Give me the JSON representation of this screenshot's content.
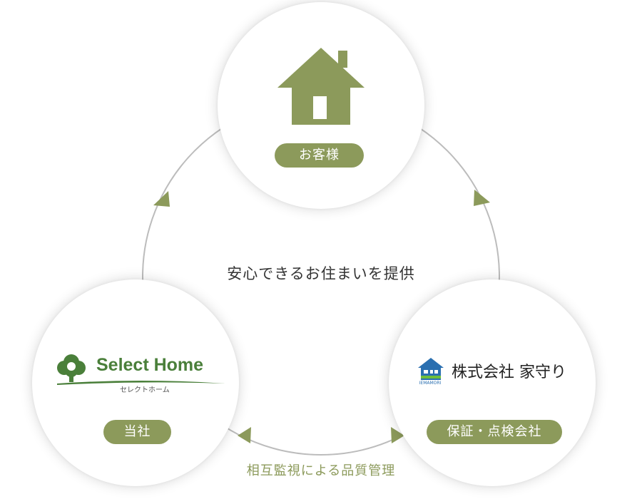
{
  "colors": {
    "accent": "#8c9a5b",
    "circle_line": "#bcbcbc",
    "select_home_green": "#4a7f3a",
    "iemamori_blue": "#2a6fb0"
  },
  "nodes": {
    "customer": {
      "label": "お客様",
      "icon": "house-icon"
    },
    "company": {
      "label": "当社",
      "logo_title": "Select Home",
      "logo_subtitle": "セレクトホーム",
      "icon": "tree-icon"
    },
    "partner": {
      "label": "保証・点検会社",
      "logo_title": "株式会社 家守り",
      "logo_icon_text": "IEMAMORI",
      "icon": "house-logo-icon"
    }
  },
  "center_text": "安心できるお住まいを提供",
  "bottom_text": "相互監視による品質管理"
}
